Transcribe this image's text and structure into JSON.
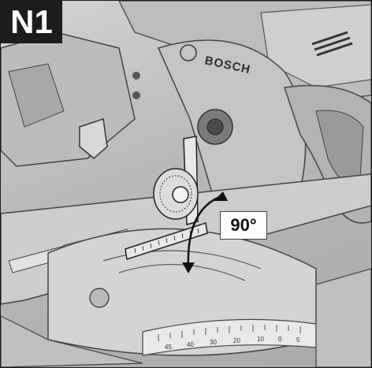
{
  "figure": {
    "label": "N1",
    "angle_label": "90°",
    "brand_text": "BOSCH",
    "scale_numbers": [
      "45",
      "40",
      "30",
      "20",
      "10",
      "0",
      "5"
    ]
  },
  "colors": {
    "label_bg": "#1c1c1c",
    "label_fg": "#ffffff",
    "metal": "#c8c8c8",
    "dark_metal": "#6e6e6e"
  }
}
